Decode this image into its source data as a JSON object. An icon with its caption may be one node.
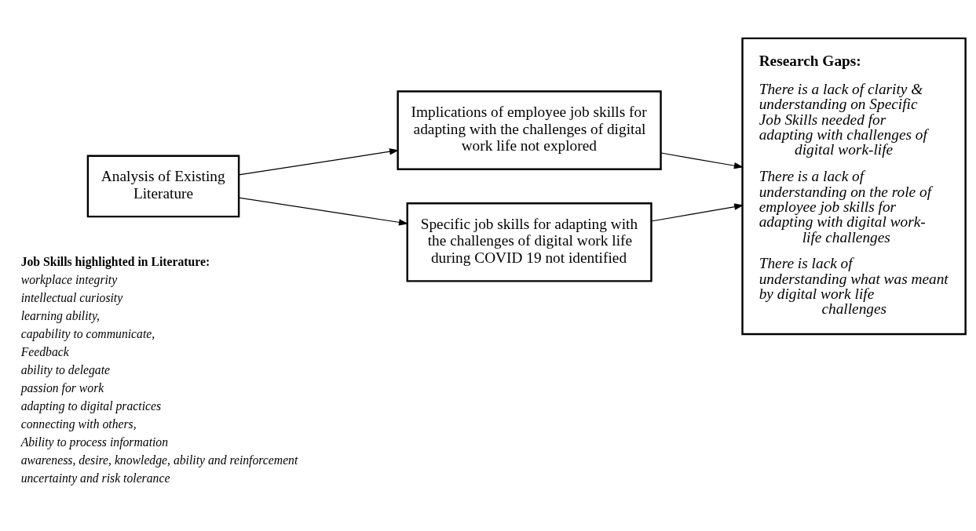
{
  "diagram": {
    "nodes": [
      {
        "text": [
          "Analysis of Existing Literature"
        ]
      },
      {
        "text": [
          "Implications of employee job skills for adapting with the challenges of digital work life not explored"
        ]
      },
      {
        "text": [
          "Specific job skills for adapting with the challenges of digital work life during COVID 19 not identified"
        ]
      },
      {
        "text": [
          "Research Gaps:",
          "There is a lack of clarity & understanding on Specific Job Skills needed for adapting with challenges of digital work-life",
          "There is a lack of understanding on the role of employee job skills for adapting with digital work-life challenges",
          "There is lack of understanding what was meant by digital work life challenges"
        ]
      }
    ],
    "edges": [
      {
        "from": 0,
        "to": 1,
        "arrow": "to"
      },
      {
        "from": 0,
        "to": 2,
        "arrow": "to"
      },
      {
        "from": 1,
        "to": 3,
        "arrow": "to"
      },
      {
        "from": 2,
        "to": 3,
        "arrow": "to"
      }
    ],
    "labels": [
      "Job Skills highlighted in Literature:",
      "workplace integrity",
      "intellectual curiosity",
      "learning ability,",
      "capability to communicate,",
      "Feedback",
      "ability to delegate",
      "passion for work",
      "adapting to digital practices",
      "connecting with others,",
      "Ability to process information",
      "awareness, desire, knowledge, ability and reinforcement",
      "uncertainty and risk tolerance"
    ]
  }
}
